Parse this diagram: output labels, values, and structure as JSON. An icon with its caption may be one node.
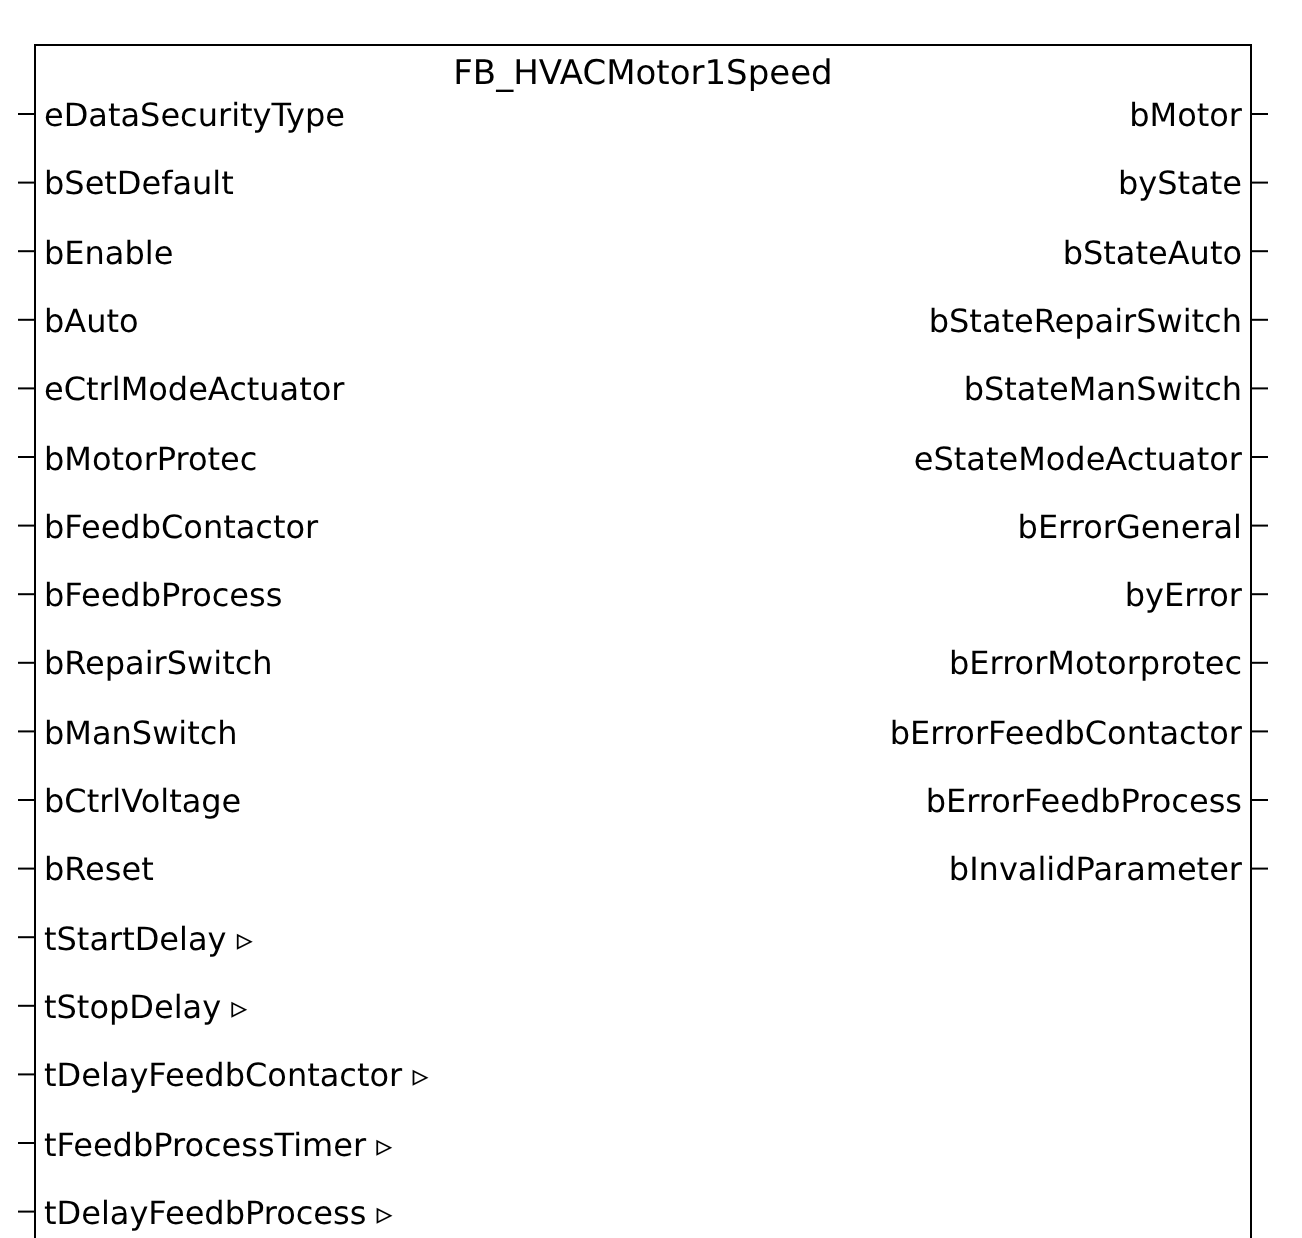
{
  "diagram": {
    "nodes": [
      {
        "text": [
          "FB_HVACMotor1Speed"
        ]
      }
    ],
    "labels": [
      "eDataSecurityType",
      "bSetDefault",
      "bEnable",
      "bAuto",
      "eCtrlModeActuator",
      "bMotorProtec",
      "bFeedbContactor",
      "bFeedbProcess",
      "bRepairSwitch",
      "bManSwitch",
      "bCtrlVoltage",
      "bReset",
      "tStartDelay ▹",
      "tStopDelay ▹",
      "tDelayFeedbContactor ▹",
      "tFeedbProcessTimer ▹",
      "tDelayFeedbProcess ▹",
      "bMotor",
      "byState",
      "bStateAuto",
      "bStateRepairSwitch",
      "bStateManSwitch",
      "eStateModeActuator",
      "bErrorGeneral",
      "byError",
      "bErrorMotorprotec",
      "bErrorFeedbContactor",
      "bErrorFeedbProcess",
      "bInvalidParameter"
    ]
  }
}
